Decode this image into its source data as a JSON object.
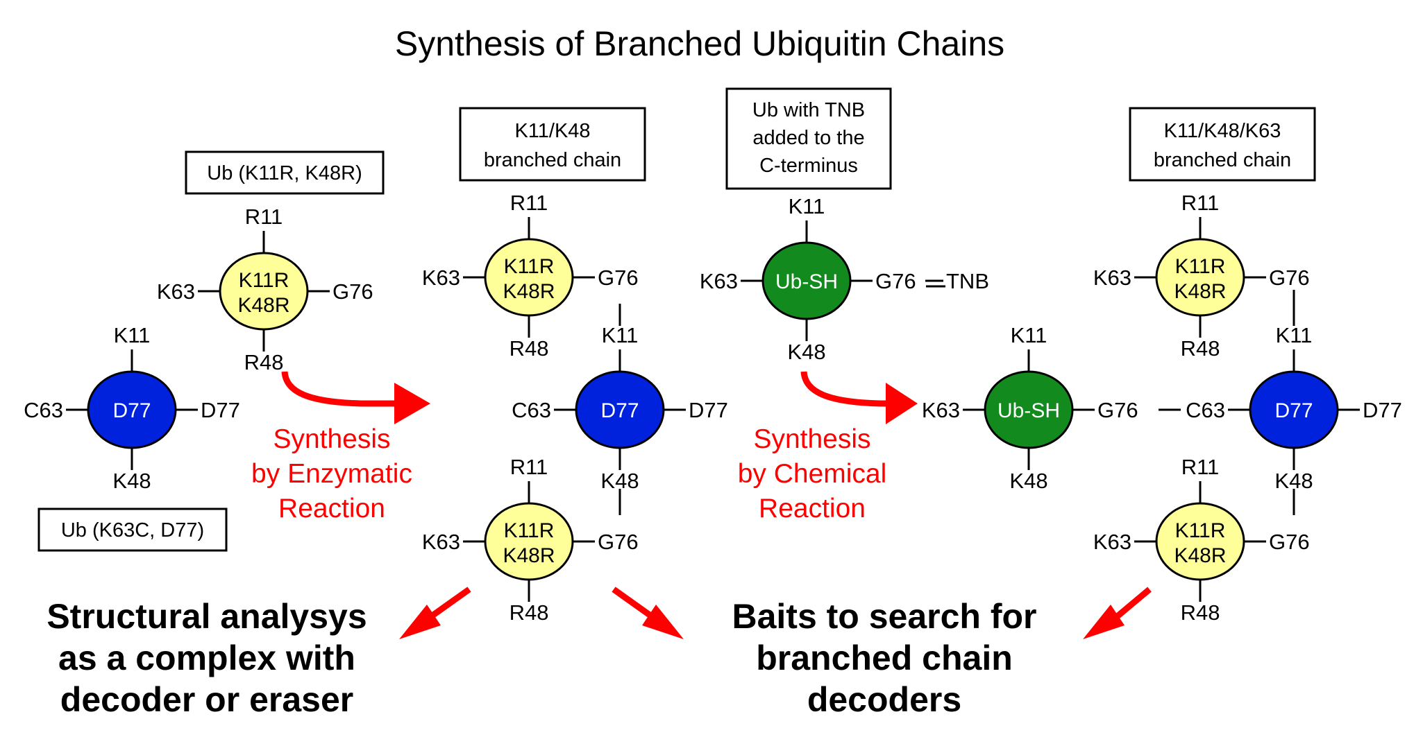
{
  "title": "Synthesis of Branched Ubiquitin Chains",
  "colors": {
    "yellow_node": "#ffff99",
    "blue_node": "#0022dd",
    "green_node": "#128a1e",
    "arrow_red": "#ff0000"
  },
  "boxes": {
    "ub_k11r_k48r": [
      "Ub (K11R, K48R)"
    ],
    "ub_k63c_d77": [
      "Ub (K63C, D77)"
    ],
    "k11_k48": [
      "K11/K48",
      "branched chain"
    ],
    "tnb": [
      "Ub with TNB",
      "added to the",
      "C-terminus"
    ],
    "k11_k48_k63": [
      "K11/K48/K63",
      "branched chain"
    ]
  },
  "node_labels": {
    "yellow": [
      "K11R",
      "K48R"
    ],
    "blue": "D77",
    "green": "Ub-SH"
  },
  "residues": {
    "R11": "R11",
    "R48": "R48",
    "K11": "K11",
    "K48": "K48",
    "K63": "K63",
    "C63": "C63",
    "G76": "G76",
    "D77": "D77",
    "TNB": "TNB"
  },
  "reactions": {
    "enzymatic": [
      "Synthesis",
      "by Enzymatic",
      "Reaction"
    ],
    "chemical": [
      "Synthesis",
      "by Chemical",
      "Reaction"
    ]
  },
  "outcomes": {
    "structural": [
      "Structural analysys",
      "as a complex with",
      "decoder or eraser"
    ],
    "baits": [
      "Baits to search for",
      "branched chain",
      "decoders"
    ]
  }
}
